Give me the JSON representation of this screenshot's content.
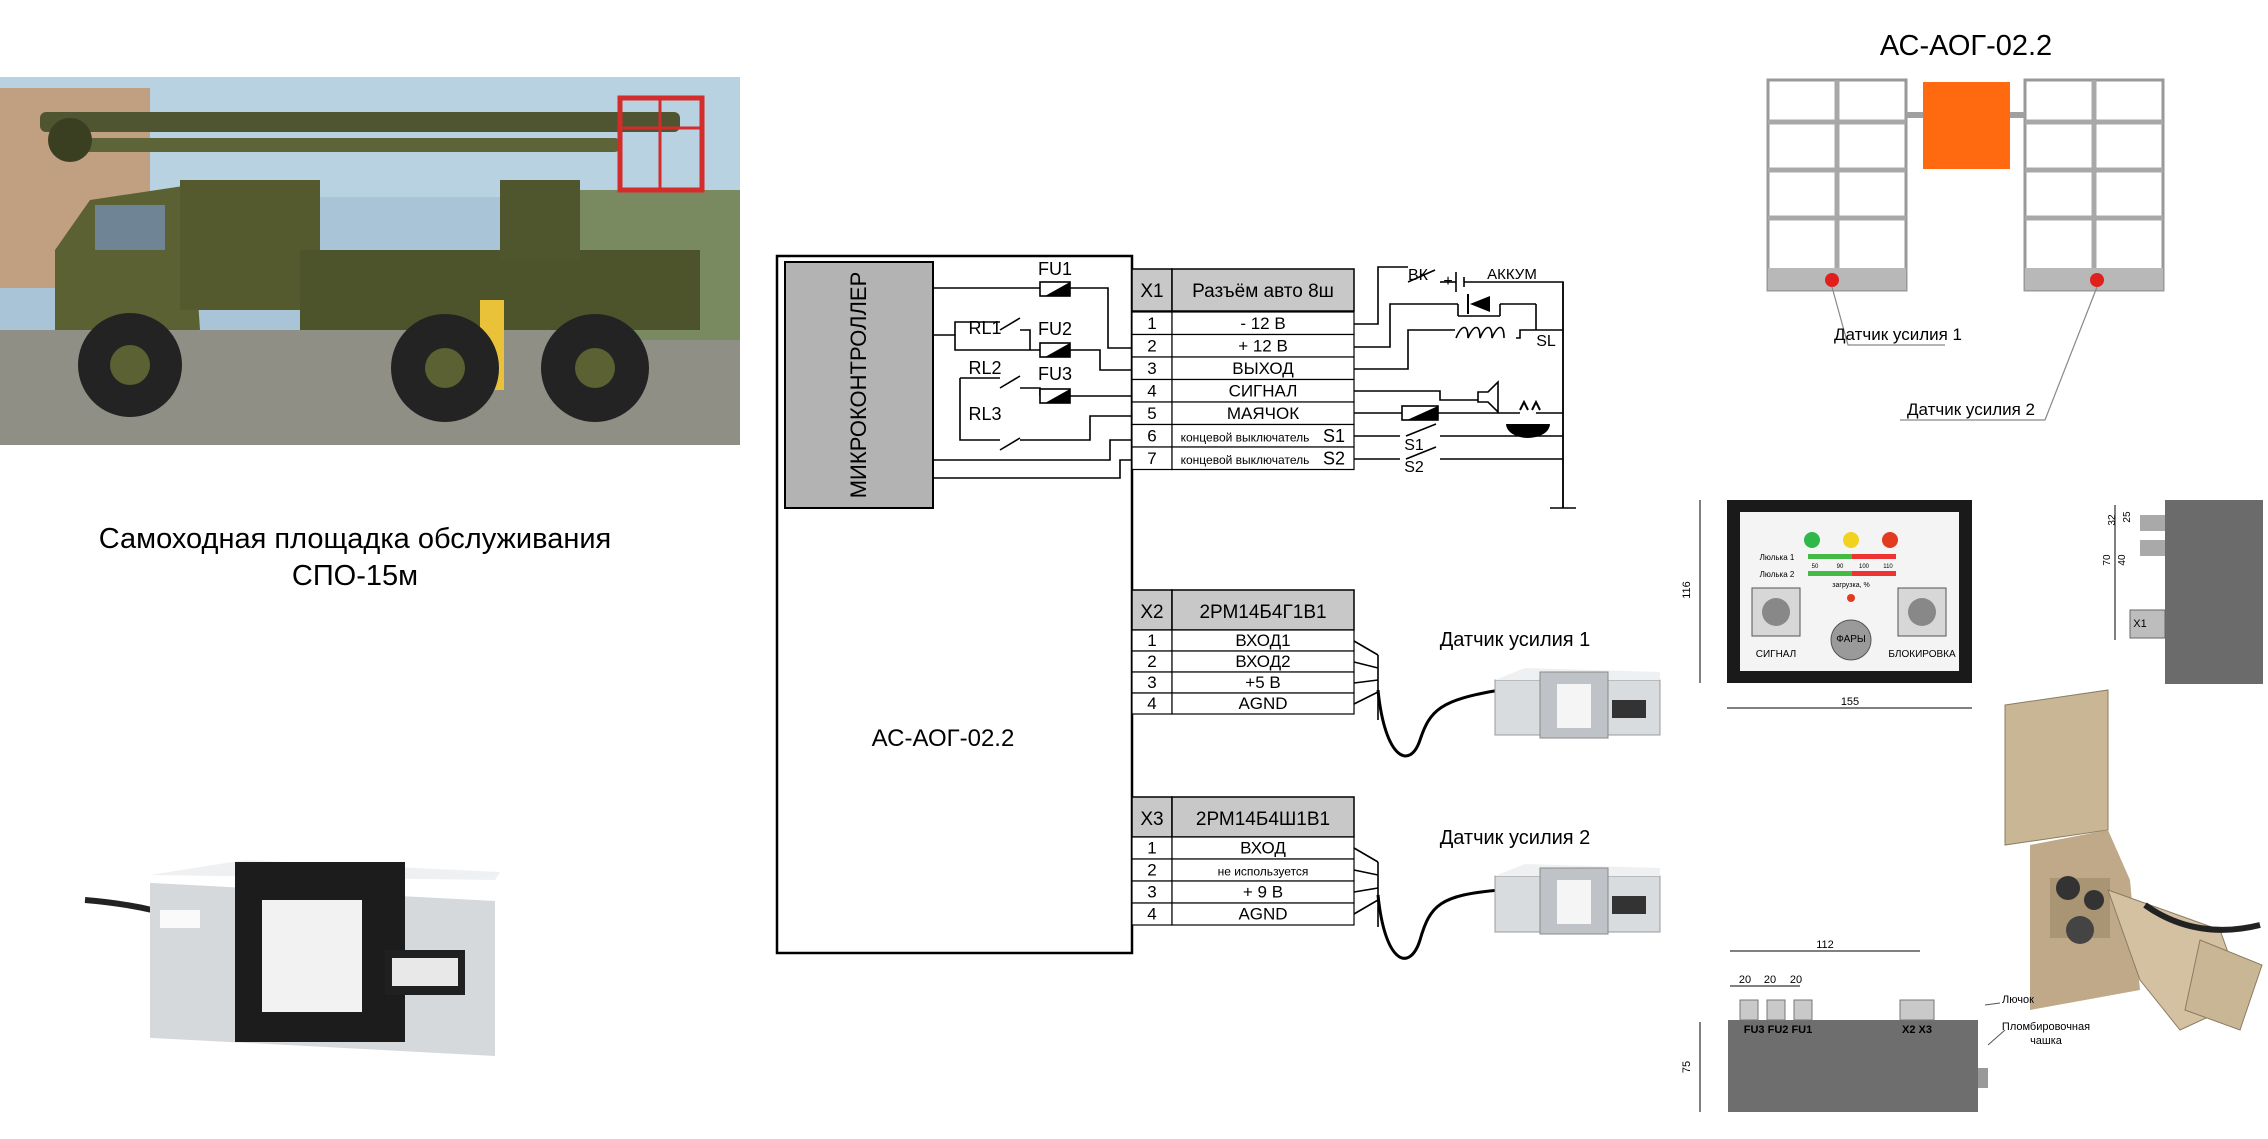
{
  "vehicle": {
    "title_line1": "Самоходная площадка обслуживания",
    "title_line2": "СПО-15м"
  },
  "controller": {
    "mcu_label": "МИКРОКОНТРОЛЛЕР",
    "device_label": "АС-АОГ-02.2",
    "fuses": [
      "FU1",
      "FU2",
      "FU3"
    ],
    "relays": [
      "RL1",
      "RL2",
      "RL3"
    ]
  },
  "x1": {
    "id": "X1",
    "title": "Разъём авто 8ш",
    "pins": [
      {
        "n": "1",
        "label": "- 12 В"
      },
      {
        "n": "2",
        "label": "+ 12 В"
      },
      {
        "n": "3",
        "label": "ВЫХОД"
      },
      {
        "n": "4",
        "label": "СИГНАЛ"
      },
      {
        "n": "5",
        "label": "МАЯЧОК"
      },
      {
        "n": "6",
        "label": "концевой выключатель",
        "suffix": "S1"
      },
      {
        "n": "7",
        "label": "концевой выключатель",
        "suffix": "S2"
      }
    ],
    "ext": {
      "bk": "ВК",
      "plus": "+",
      "battery": "АККУМ",
      "sl": "SL",
      "s1": "S1",
      "s2": "S2"
    }
  },
  "x2": {
    "id": "X2",
    "title": "2РМ14Б4Г1В1",
    "pins": [
      {
        "n": "1",
        "label": "ВХОД1"
      },
      {
        "n": "2",
        "label": "ВХОД2"
      },
      {
        "n": "3",
        "label": "+5 В"
      },
      {
        "n": "4",
        "label": "AGND"
      }
    ],
    "sensor_label": "Датчик усилия 1"
  },
  "x3": {
    "id": "X3",
    "title": "2РМ14Б4Ш1В1",
    "pins": [
      {
        "n": "1",
        "label": "ВХОД"
      },
      {
        "n": "2",
        "label": "не используется"
      },
      {
        "n": "3",
        "label": "+ 9 В"
      },
      {
        "n": "4",
        "label": "AGND"
      }
    ],
    "sensor_label": "Датчик усилия 2"
  },
  "layout_diagram": {
    "title": "АС-АОГ-02.2",
    "sensor1": "Датчик усилия 1",
    "sensor2": "Датчик усилия 2",
    "colors": {
      "unit": "#ff6a10",
      "sensor": "#e0201c",
      "cage": "#b8b8b8"
    }
  },
  "front_panel": {
    "cradle1": "Люлька 1",
    "cradle2": "Люлька 2",
    "scale": [
      "50",
      "90",
      "100",
      "110"
    ],
    "load_label": "загрузка, %",
    "signal": "СИГНАЛ",
    "headlights": "ФАРЫ",
    "lock": "БЛОКИРОВКА",
    "dim_height": "116",
    "dim_width": "155",
    "led_colors": [
      "#2fb84a",
      "#f2d21f",
      "#e23b1f"
    ]
  },
  "side_view": {
    "dims": [
      "25",
      "32",
      "40",
      "70"
    ],
    "connector": "X1"
  },
  "bottom_view": {
    "dim_total": "112",
    "dim_pitch": [
      "20",
      "20",
      "20"
    ],
    "dim_height": "75",
    "fuses_label": "FU3 FU2 FU1",
    "connectors_label": "X2  X3",
    "lock_label": "Лючок",
    "seal_label_1": "Пломбировочная",
    "seal_label_2": "чашка"
  }
}
